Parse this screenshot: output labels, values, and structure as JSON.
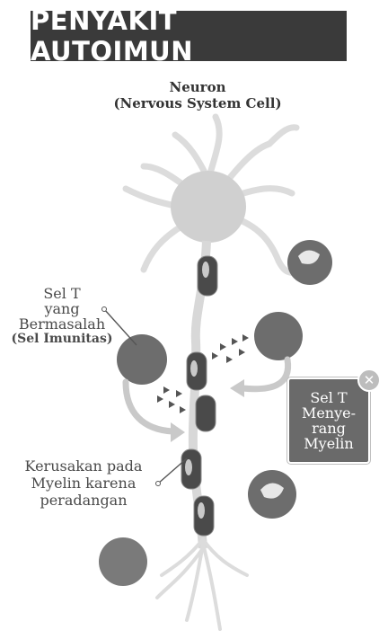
{
  "title": "PENYAKIT AUTOIMUN",
  "neuron": {
    "line1": "Neuron",
    "line2": "(Nervous System Cell)"
  },
  "problem_tcell": {
    "line1": "Sel T",
    "line2": "yang",
    "line3": "Bermasalah",
    "line4": "(Sel Imunitas)"
  },
  "myelin_damage": {
    "line1": "Kerusakan pada",
    "line2": "Myelin karena",
    "line3": "peradangan"
  },
  "attack_box": {
    "line1": "Sel T",
    "line2": "Menye-",
    "line3": "rang",
    "line4": "Myelin"
  },
  "colors": {
    "banner": "#3a3a3a",
    "neuron": "#d2d2d2",
    "tcell": "#6d6d6d",
    "myelin": "#4a4a4a",
    "arrow": "#c9c9c9"
  }
}
